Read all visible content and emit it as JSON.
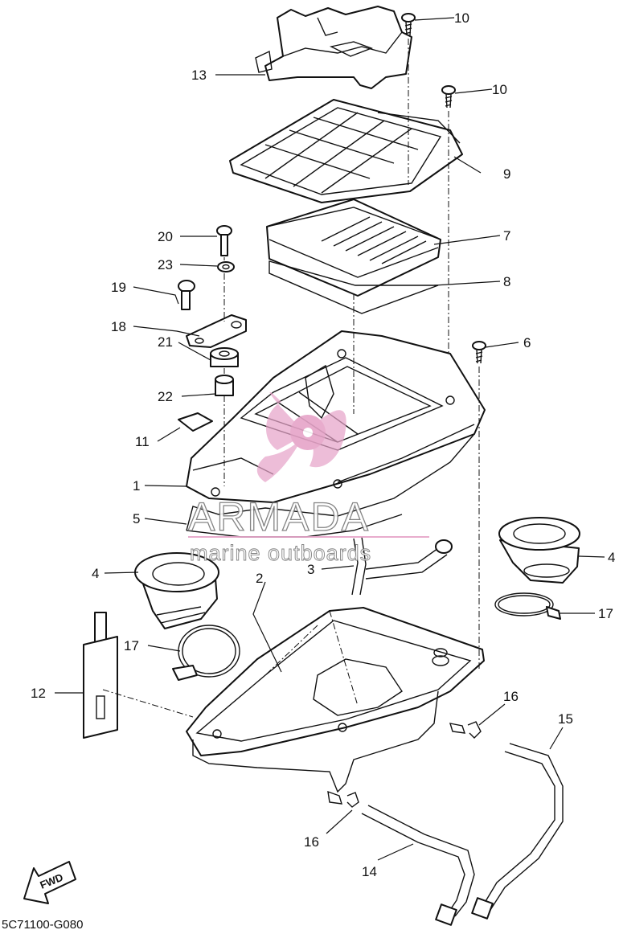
{
  "diagram": {
    "callouts": [
      {
        "id": "callout-13",
        "text": "13"
      },
      {
        "id": "callout-10-top",
        "text": "10"
      },
      {
        "id": "callout-10-mid",
        "text": "10"
      },
      {
        "id": "callout-9",
        "text": "9"
      },
      {
        "id": "callout-7",
        "text": "7"
      },
      {
        "id": "callout-8",
        "text": "8"
      },
      {
        "id": "callout-20",
        "text": "20"
      },
      {
        "id": "callout-23",
        "text": "23"
      },
      {
        "id": "callout-19",
        "text": "19"
      },
      {
        "id": "callout-18",
        "text": "18"
      },
      {
        "id": "callout-21",
        "text": "21"
      },
      {
        "id": "callout-6",
        "text": "6"
      },
      {
        "id": "callout-22",
        "text": "22"
      },
      {
        "id": "callout-11",
        "text": "11"
      },
      {
        "id": "callout-1",
        "text": "1"
      },
      {
        "id": "callout-5",
        "text": "5"
      },
      {
        "id": "callout-4-right",
        "text": "4"
      },
      {
        "id": "callout-3",
        "text": "3"
      },
      {
        "id": "callout-2",
        "text": "2"
      },
      {
        "id": "callout-4-left",
        "text": "4"
      },
      {
        "id": "callout-17-right",
        "text": "17"
      },
      {
        "id": "callout-17-left",
        "text": "17"
      },
      {
        "id": "callout-12",
        "text": "12"
      },
      {
        "id": "callout-16-right",
        "text": "16"
      },
      {
        "id": "callout-15",
        "text": "15"
      },
      {
        "id": "callout-16-bottom",
        "text": "16"
      },
      {
        "id": "callout-14",
        "text": "14"
      }
    ],
    "fwd_label": "FWD",
    "drawing_code": "5C71100-G080"
  },
  "watermark": {
    "brand": "ARMADA",
    "tagline": "marine outboards",
    "logo_color": "#e6a4c8"
  }
}
